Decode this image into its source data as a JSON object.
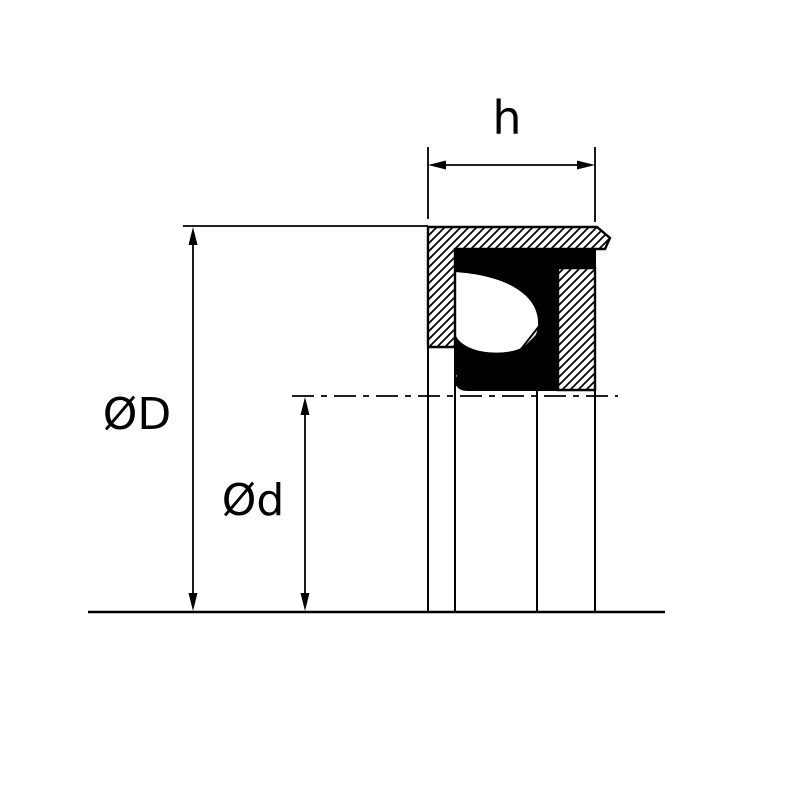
{
  "labels": {
    "width": "h",
    "outer_diameter": "ØD",
    "inner_diameter": "Ød"
  },
  "colors": {
    "line": "#000000",
    "background": "#ffffff",
    "rubber_fill": "#000000"
  }
}
